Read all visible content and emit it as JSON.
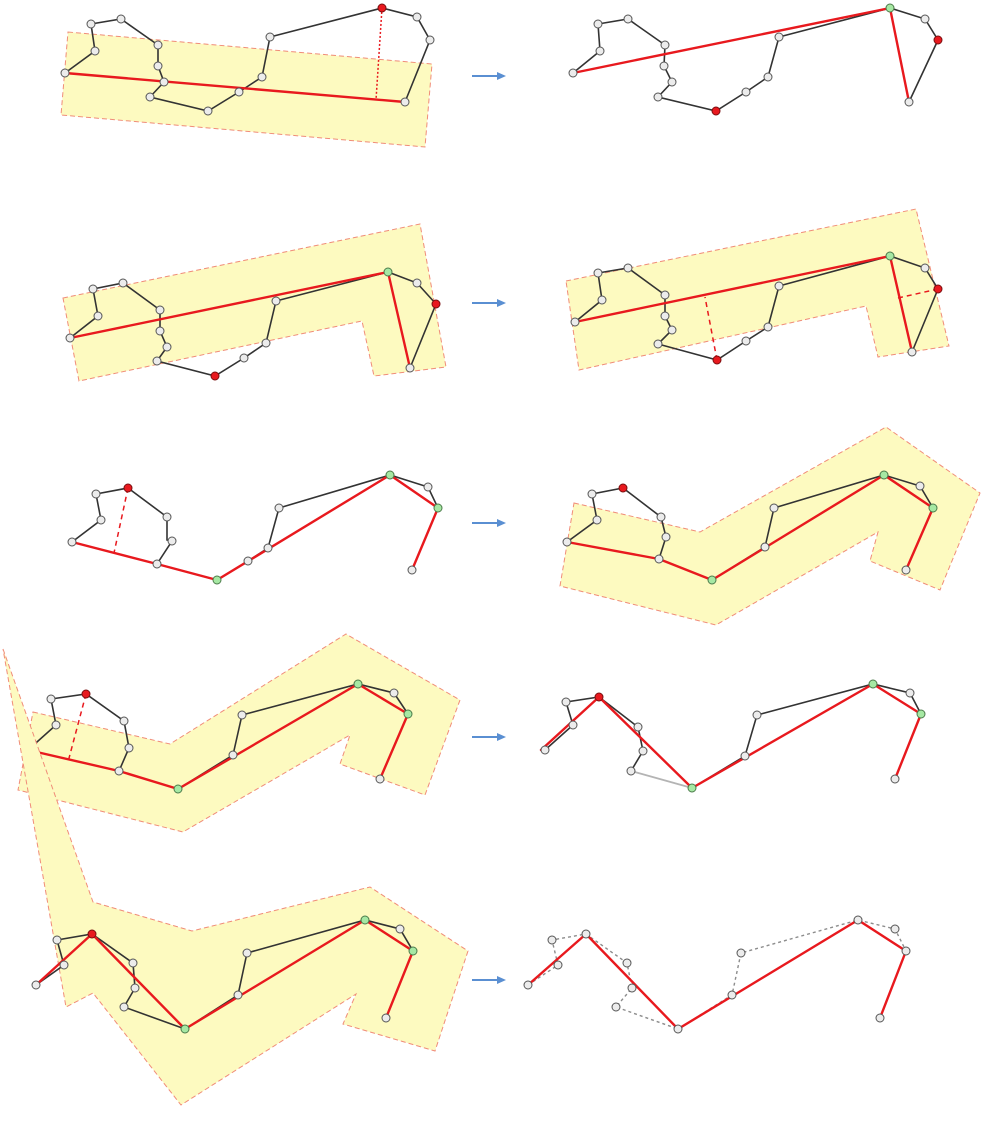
{
  "steps": [
    {
      "before_anchor": "first-last",
      "after_anchor": "farthest-vertex",
      "status": "start"
    },
    {
      "before_anchor": "two-segments",
      "after_anchor": "recursive-split",
      "status": "continue"
    },
    {
      "before_anchor": "three-segments",
      "after_anchor": "corridor-fits",
      "status": "continue"
    },
    {
      "before_anchor": "four-segments",
      "after_anchor": "new-split",
      "status": "continue"
    },
    {
      "before_anchor": "final-corridor",
      "after_anchor": "simplified-result",
      "status": "done"
    }
  ],
  "colors": {
    "corridor_fill": "#fdfac0",
    "corridor_border": "#f08c78",
    "original_edge": "#333333",
    "simplified_edge": "#e8191e",
    "vertex": "#ececec",
    "farthest_vertex": "#e8191e",
    "kept_vertex": "#a6e8a3",
    "arrow": "#5a8fd2"
  }
}
